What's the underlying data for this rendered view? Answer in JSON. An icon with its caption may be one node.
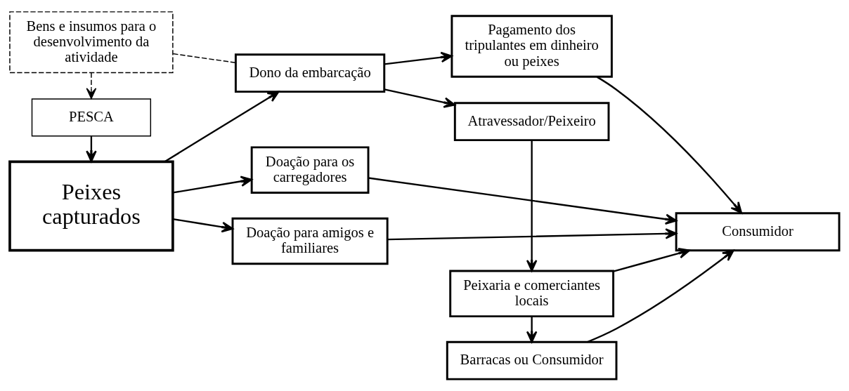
{
  "diagram": {
    "nodes": [
      {
        "text": [
          "Peixes capturados"
        ]
      },
      {
        "text": [
          "PESCA"
        ]
      },
      {
        "text": [
          "Bens e insumos para o desenvolvimento da atividade"
        ]
      },
      {
        "text": [
          "Doação para os carregadores"
        ]
      },
      {
        "text": [
          "Doação para amigos e familiares"
        ]
      },
      {
        "text": [
          "Dono da embarcação"
        ]
      },
      {
        "text": [
          "Consumidor"
        ]
      },
      {
        "text": [
          "Pagamento dos tripulantes em dinheiro ou peixes"
        ]
      },
      {
        "text": [
          "Atravessador/Peixeiro"
        ]
      },
      {
        "text": [
          "Peixaria e comerciantes locais"
        ]
      },
      {
        "text": [
          "Barracas ou Consumidor"
        ]
      }
    ],
    "edges": [
      {
        "from": 1,
        "to": 0,
        "arrow": "to"
      },
      {
        "from": 2,
        "to": 1,
        "arrow": "to",
        "style": "dashed"
      },
      {
        "from": 5,
        "to": 2,
        "arrow": "none",
        "style": "dashed"
      },
      {
        "from": 0,
        "to": 3,
        "arrow": "to"
      },
      {
        "from": 0,
        "to": 4,
        "arrow": "to"
      },
      {
        "from": 0,
        "to": 5,
        "arrow": "to"
      },
      {
        "from": 3,
        "to": 6,
        "arrow": "to"
      },
      {
        "from": 4,
        "to": 6,
        "arrow": "to"
      },
      {
        "from": 5,
        "to": 7,
        "arrow": "to"
      },
      {
        "from": 5,
        "to": 8,
        "arrow": "to"
      },
      {
        "from": 7,
        "to": 6,
        "arrow": "to"
      },
      {
        "from": 8,
        "to": 9,
        "arrow": "to"
      },
      {
        "from": 9,
        "to": 10,
        "arrow": "to"
      },
      {
        "from": 9,
        "to": 6,
        "arrow": "to"
      },
      {
        "from": 10,
        "to": 6,
        "arrow": "to"
      }
    ]
  }
}
